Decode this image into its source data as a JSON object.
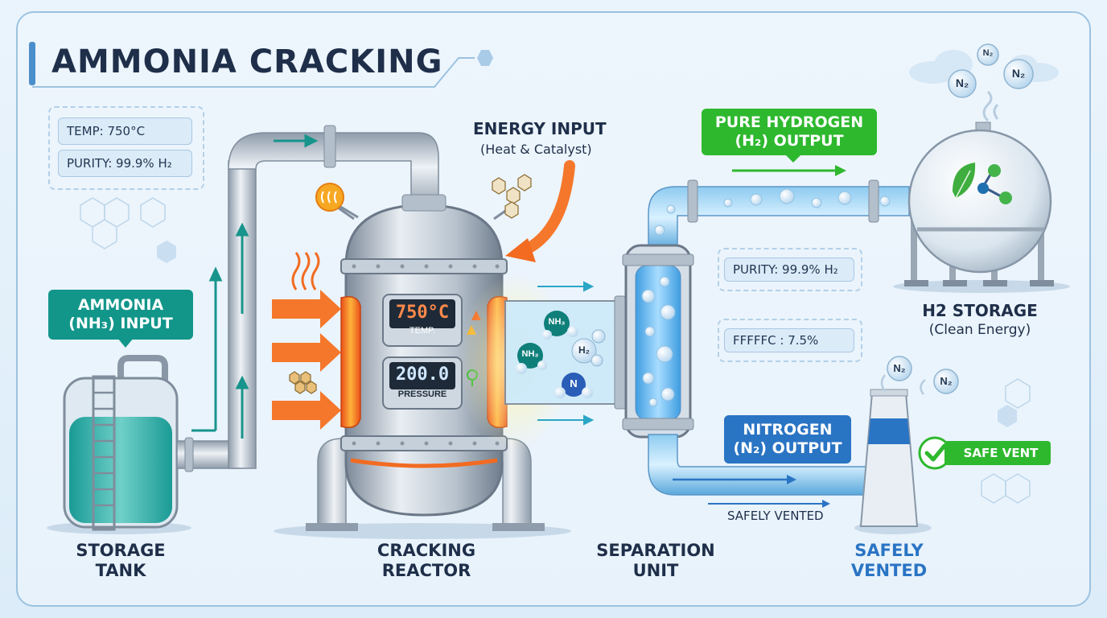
{
  "title": "AMMONIA CRACKING",
  "top_info": {
    "temp": "TEMP: 750°C",
    "purity": "PURITY: 99.9% H₂"
  },
  "ammonia_input": {
    "line1": "AMMONIA",
    "line2": "(NH₃) INPUT"
  },
  "energy_input": {
    "title": "ENERGY INPUT",
    "subtitle": "(Heat & Catalyst)"
  },
  "reactor_display": {
    "temp_value": "750°C",
    "temp_label": "TEMP.",
    "pressure_value": "200.0",
    "pressure_label": "PRESSURE"
  },
  "molecules": {
    "nh3": "NH₃",
    "h2": "H₂",
    "n": "N",
    "n2": "N₂"
  },
  "hydrogen_output": {
    "line1": "PURE HYDROGEN",
    "line2": "(H₂) OUTPUT"
  },
  "separation_info": {
    "purity": "PURITY: 99.9% H₂",
    "other": "FFFFFC : 7.5%"
  },
  "storage": {
    "title": "H2 STORAGE",
    "subtitle": "(Clean Energy)"
  },
  "nitrogen_output": {
    "line1": "NITROGEN",
    "line2": "(N₂) OUTPUT"
  },
  "vent": {
    "safe_vent": "SAFE VENT",
    "safely_vented_small": "SAFELY VENTED"
  },
  "captions": {
    "storage_tank": [
      "STORAGE",
      "TANK"
    ],
    "cracking_reactor": [
      "CRACKING",
      "REACTOR"
    ],
    "separation_unit": [
      "SEPARATION",
      "UNIT"
    ],
    "safely_vented": [
      "SAFELY",
      "VENTED"
    ]
  },
  "colors": {
    "teal": "#12968a",
    "green": "#2eb82e",
    "blue": "#2a74c4",
    "orange": "#f26b21",
    "navy": "#1f2f4a"
  }
}
